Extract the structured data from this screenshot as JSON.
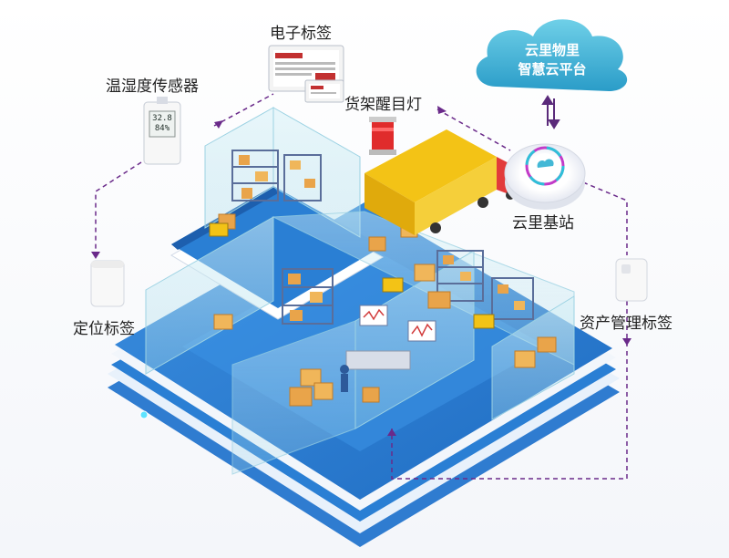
{
  "cloud": {
    "line1": "云里物里",
    "line2": "智慧云平台"
  },
  "labels": {
    "esl": "电子标签",
    "sensor": "温湿度传感器",
    "shelf_light": "货架醒目灯",
    "base_station": "云里基站",
    "location_tag": "定位标签",
    "asset_tag": "资产管理标签"
  },
  "sensor_display": {
    "temperature": "32.8",
    "humidity": "84%"
  },
  "colors": {
    "floor_blue": "#2a7fd4",
    "floor_light": "#8fc4f0",
    "wall_glass": "#bfe6f2",
    "dashed_link": "#6a2a8a",
    "cloud": "#43b8d6",
    "truck_yellow": "#f3c316"
  }
}
